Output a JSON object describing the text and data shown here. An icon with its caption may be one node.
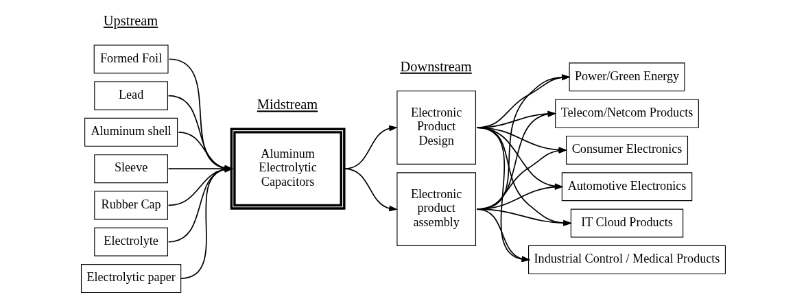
{
  "diagram": {
    "nodes": [
      {
        "text": [
          "Formed Foil"
        ]
      },
      {
        "text": [
          "Lead"
        ]
      },
      {
        "text": [
          "Aluminum shell"
        ]
      },
      {
        "text": [
          "Sleeve"
        ]
      },
      {
        "text": [
          "Rubber Cap"
        ]
      },
      {
        "text": [
          "Electrolyte"
        ]
      },
      {
        "text": [
          "Electrolytic paper"
        ]
      },
      {
        "text": [
          "Aluminum Electrolytic Capacitors"
        ]
      },
      {
        "text": [
          "Electronic Product Design"
        ]
      },
      {
        "text": [
          "Electronic product assembly"
        ]
      },
      {
        "text": [
          "Power/Green Energy"
        ]
      },
      {
        "text": [
          "Telecom/Netcom Products"
        ]
      },
      {
        "text": [
          "Consumer Electronics"
        ]
      },
      {
        "text": [
          "Automotive Electronics"
        ]
      },
      {
        "text": [
          "IT Cloud Products"
        ]
      },
      {
        "text": [
          "Industrial Control / Medical Products"
        ]
      }
    ],
    "edges": [
      {
        "from": 0,
        "to": 7,
        "arrow": "to"
      },
      {
        "from": 1,
        "to": 7,
        "arrow": "to"
      },
      {
        "from": 2,
        "to": 7,
        "arrow": "to"
      },
      {
        "from": 3,
        "to": 7,
        "arrow": "to"
      },
      {
        "from": 4,
        "to": 7,
        "arrow": "to"
      },
      {
        "from": 5,
        "to": 7,
        "arrow": "to"
      },
      {
        "from": 6,
        "to": 7,
        "arrow": "to"
      },
      {
        "from": 7,
        "to": 8,
        "arrow": "to"
      },
      {
        "from": 7,
        "to": 9,
        "arrow": "to"
      },
      {
        "from": 8,
        "to": 10,
        "arrow": "to"
      },
      {
        "from": 8,
        "to": 11,
        "arrow": "to"
      },
      {
        "from": 8,
        "to": 12,
        "arrow": "to"
      },
      {
        "from": 8,
        "to": 13,
        "arrow": "to"
      },
      {
        "from": 8,
        "to": 14,
        "arrow": "to"
      },
      {
        "from": 8,
        "to": 15,
        "arrow": "to"
      },
      {
        "from": 9,
        "to": 10,
        "arrow": "to"
      },
      {
        "from": 9,
        "to": 11,
        "arrow": "to"
      },
      {
        "from": 9,
        "to": 12,
        "arrow": "to"
      },
      {
        "from": 9,
        "to": 13,
        "arrow": "to"
      },
      {
        "from": 9,
        "to": 14,
        "arrow": "to"
      },
      {
        "from": 9,
        "to": 15,
        "arrow": "to"
      }
    ],
    "labels": [
      "Upstream",
      "Midstream",
      "Downstream"
    ]
  }
}
